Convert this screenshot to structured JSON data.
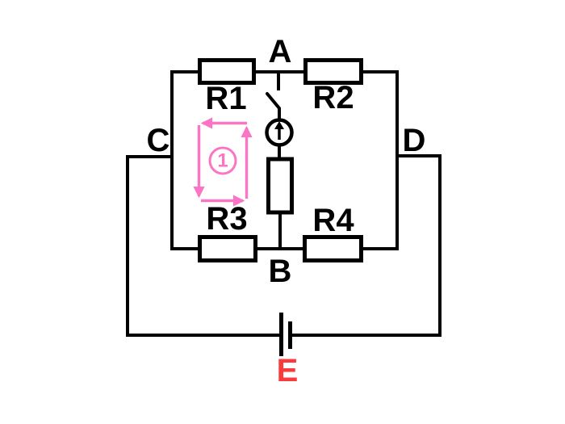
{
  "page": {
    "background": "#ffffff"
  },
  "circuit": {
    "wire_color": "#000000",
    "nodes": {
      "a": "A",
      "b": "B",
      "c": "C",
      "d": "D"
    },
    "resistors": {
      "r1": "R1",
      "r2": "R2",
      "r3": "R3",
      "r4": "R4"
    },
    "battery": {
      "label": "E",
      "label_color": "#fa3b3b"
    },
    "loop": {
      "number": "1",
      "direction": "counterclockwise",
      "color": "#fc74c4"
    },
    "icons": {
      "switch": "open-switch",
      "current_source": "circle-with-up-arrow",
      "battery": "battery-cell-plates"
    }
  }
}
